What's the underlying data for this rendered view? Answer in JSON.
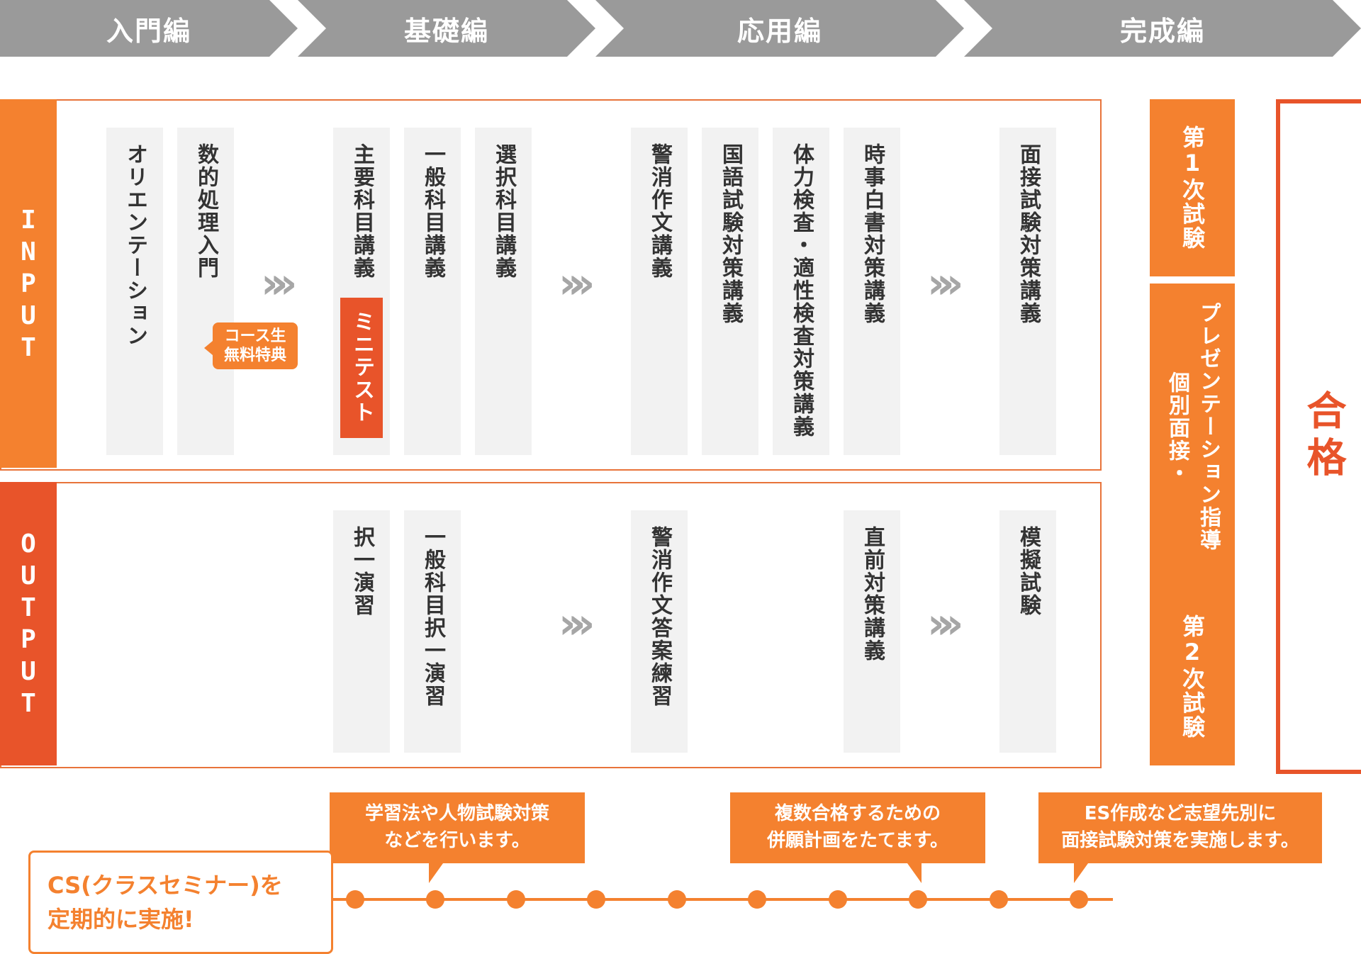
{
  "phases": [
    "入門編",
    "基礎編",
    "応用編",
    "完成編"
  ],
  "input_label": [
    "I",
    "N",
    "P",
    "U",
    "T"
  ],
  "output_label": [
    "O",
    "U",
    "T",
    "P",
    "U",
    "T"
  ],
  "input_items": {
    "orientation": "オリエンテーション",
    "math_intro": "数的処理入門",
    "main_subjects": "主要科目講義",
    "general_subjects": "一般科目講義",
    "elective_subjects": "選択科目講義",
    "police_essay": "警消作文講義",
    "japanese_exam": "国語試験対策講義",
    "fitness_aptitude": "体力検査・適性検査対策講義",
    "current_affairs": "時事白書対策講義",
    "interview_prep": "面接試験対策講義"
  },
  "mini_test": "ミニテスト",
  "badge": {
    "line1": "コース生",
    "line2": "無料特典"
  },
  "output_items": {
    "choice_practice": "択一演習",
    "general_choice_practice": "一般科目択一演習",
    "essay_practice": "警消作文答案練習",
    "final_prep": "直前対策講義",
    "mock_exam": "模擬試験"
  },
  "exams": {
    "first": "第1次試験",
    "individual_line1": "個別面接・",
    "individual_line2": "プレゼンテーション指導",
    "second": "第2次試験",
    "pass": "合格"
  },
  "callouts": {
    "c1": {
      "line1": "学習法や人物試験対策",
      "line2": "などを行います。"
    },
    "c2": {
      "line1": "複数合格するための",
      "line2": "併願計画をたてます。"
    },
    "c3": {
      "line1": "ES作成など志望先別に",
      "line2": "面接試験対策を実施します。"
    }
  },
  "cs": {
    "line1": "CS(クラスセミナー)を",
    "line2": "定期的に実施!"
  },
  "colors": {
    "orange": "#f4812f",
    "red_orange": "#e8542a",
    "gray_header": "#9a9a9a",
    "column_bg": "#f2f2f2"
  }
}
